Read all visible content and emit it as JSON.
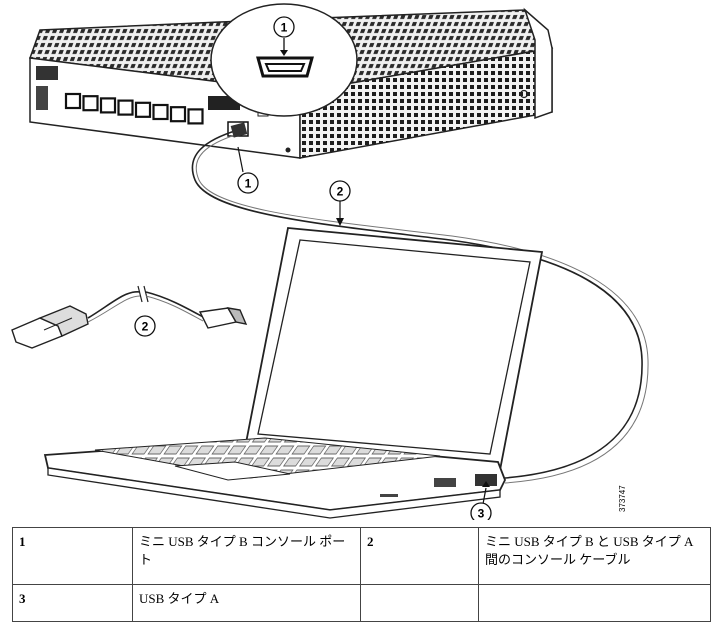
{
  "figure": {
    "callouts": [
      "1",
      "1",
      "2",
      "2",
      "3"
    ],
    "figure_id": "373747"
  },
  "legend": {
    "rows": [
      {
        "num_a": "1",
        "desc_a": "ミニ USB タイプ B コンソール ポート",
        "num_b": "2",
        "desc_b": "ミニ USB タイプ B と USB タイプ A 間のコンソール ケーブル"
      },
      {
        "num_a": "3",
        "desc_a": "USB タイプ A",
        "num_b": "",
        "desc_b": ""
      }
    ]
  }
}
